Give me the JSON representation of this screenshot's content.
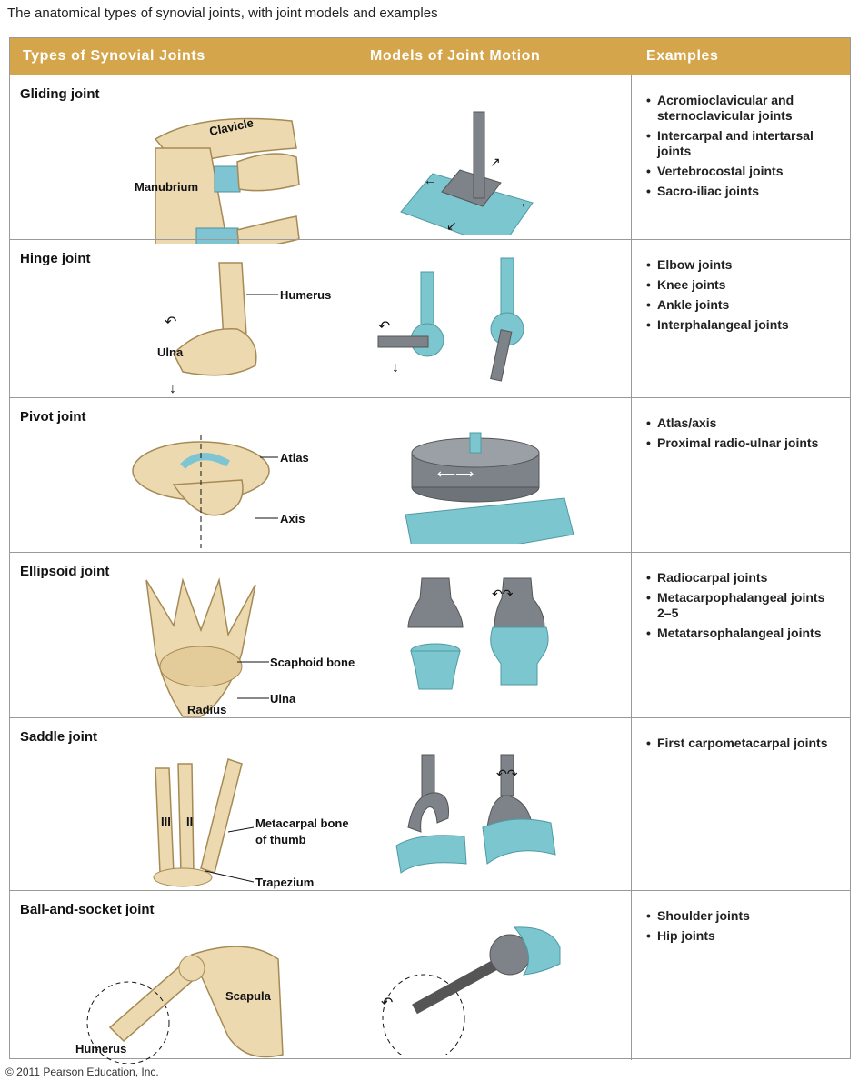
{
  "title": "The anatomical types of synovial joints, with joint models and examples",
  "headers": {
    "types": "Types of Synovial Joints",
    "models": "Models of Joint Motion",
    "examples": "Examples"
  },
  "rows": [
    {
      "name": "Gliding joint",
      "labels": [
        "Clavicle",
        "Manubrium"
      ],
      "examples": [
        "Acromioclavicular and sternoclavicular joints",
        "Intercarpal and intertarsal joints",
        "Vertebrocostal joints",
        "Sacro-iliac joints"
      ]
    },
    {
      "name": "Hinge joint",
      "labels": [
        "Humerus",
        "Ulna"
      ],
      "examples": [
        "Elbow joints",
        "Knee joints",
        "Ankle joints",
        "Interphalangeal joints"
      ]
    },
    {
      "name": "Pivot joint",
      "labels": [
        "Atlas",
        "Axis"
      ],
      "examples": [
        "Atlas/axis",
        "Proximal radio-ulnar joints"
      ]
    },
    {
      "name": "Ellipsoid joint",
      "labels": [
        "Scaphoid bone",
        "Ulna",
        "Radius"
      ],
      "examples": [
        "Radiocarpal joints",
        "Metacarpophalangeal joints 2–5",
        "Metatarsophalangeal joints"
      ]
    },
    {
      "name": "Saddle joint",
      "labels": [
        "III",
        "II",
        "Metacarpal bone",
        "of thumb",
        "Trapezium"
      ],
      "examples": [
        "First carpometacarpal joints"
      ]
    },
    {
      "name": "Ball-and-socket joint",
      "labels": [
        "Scapula",
        "Humerus"
      ],
      "examples": [
        "Shoulder joints",
        "Hip joints"
      ]
    }
  ],
  "copyright": "© 2011 Pearson Education, Inc.",
  "colors": {
    "header": "#d4a54a",
    "bone": "#ecd9b0",
    "cartilage": "#7fc4d2",
    "model_gray": "#7d8389",
    "model_teal": "#7cc6cf"
  }
}
